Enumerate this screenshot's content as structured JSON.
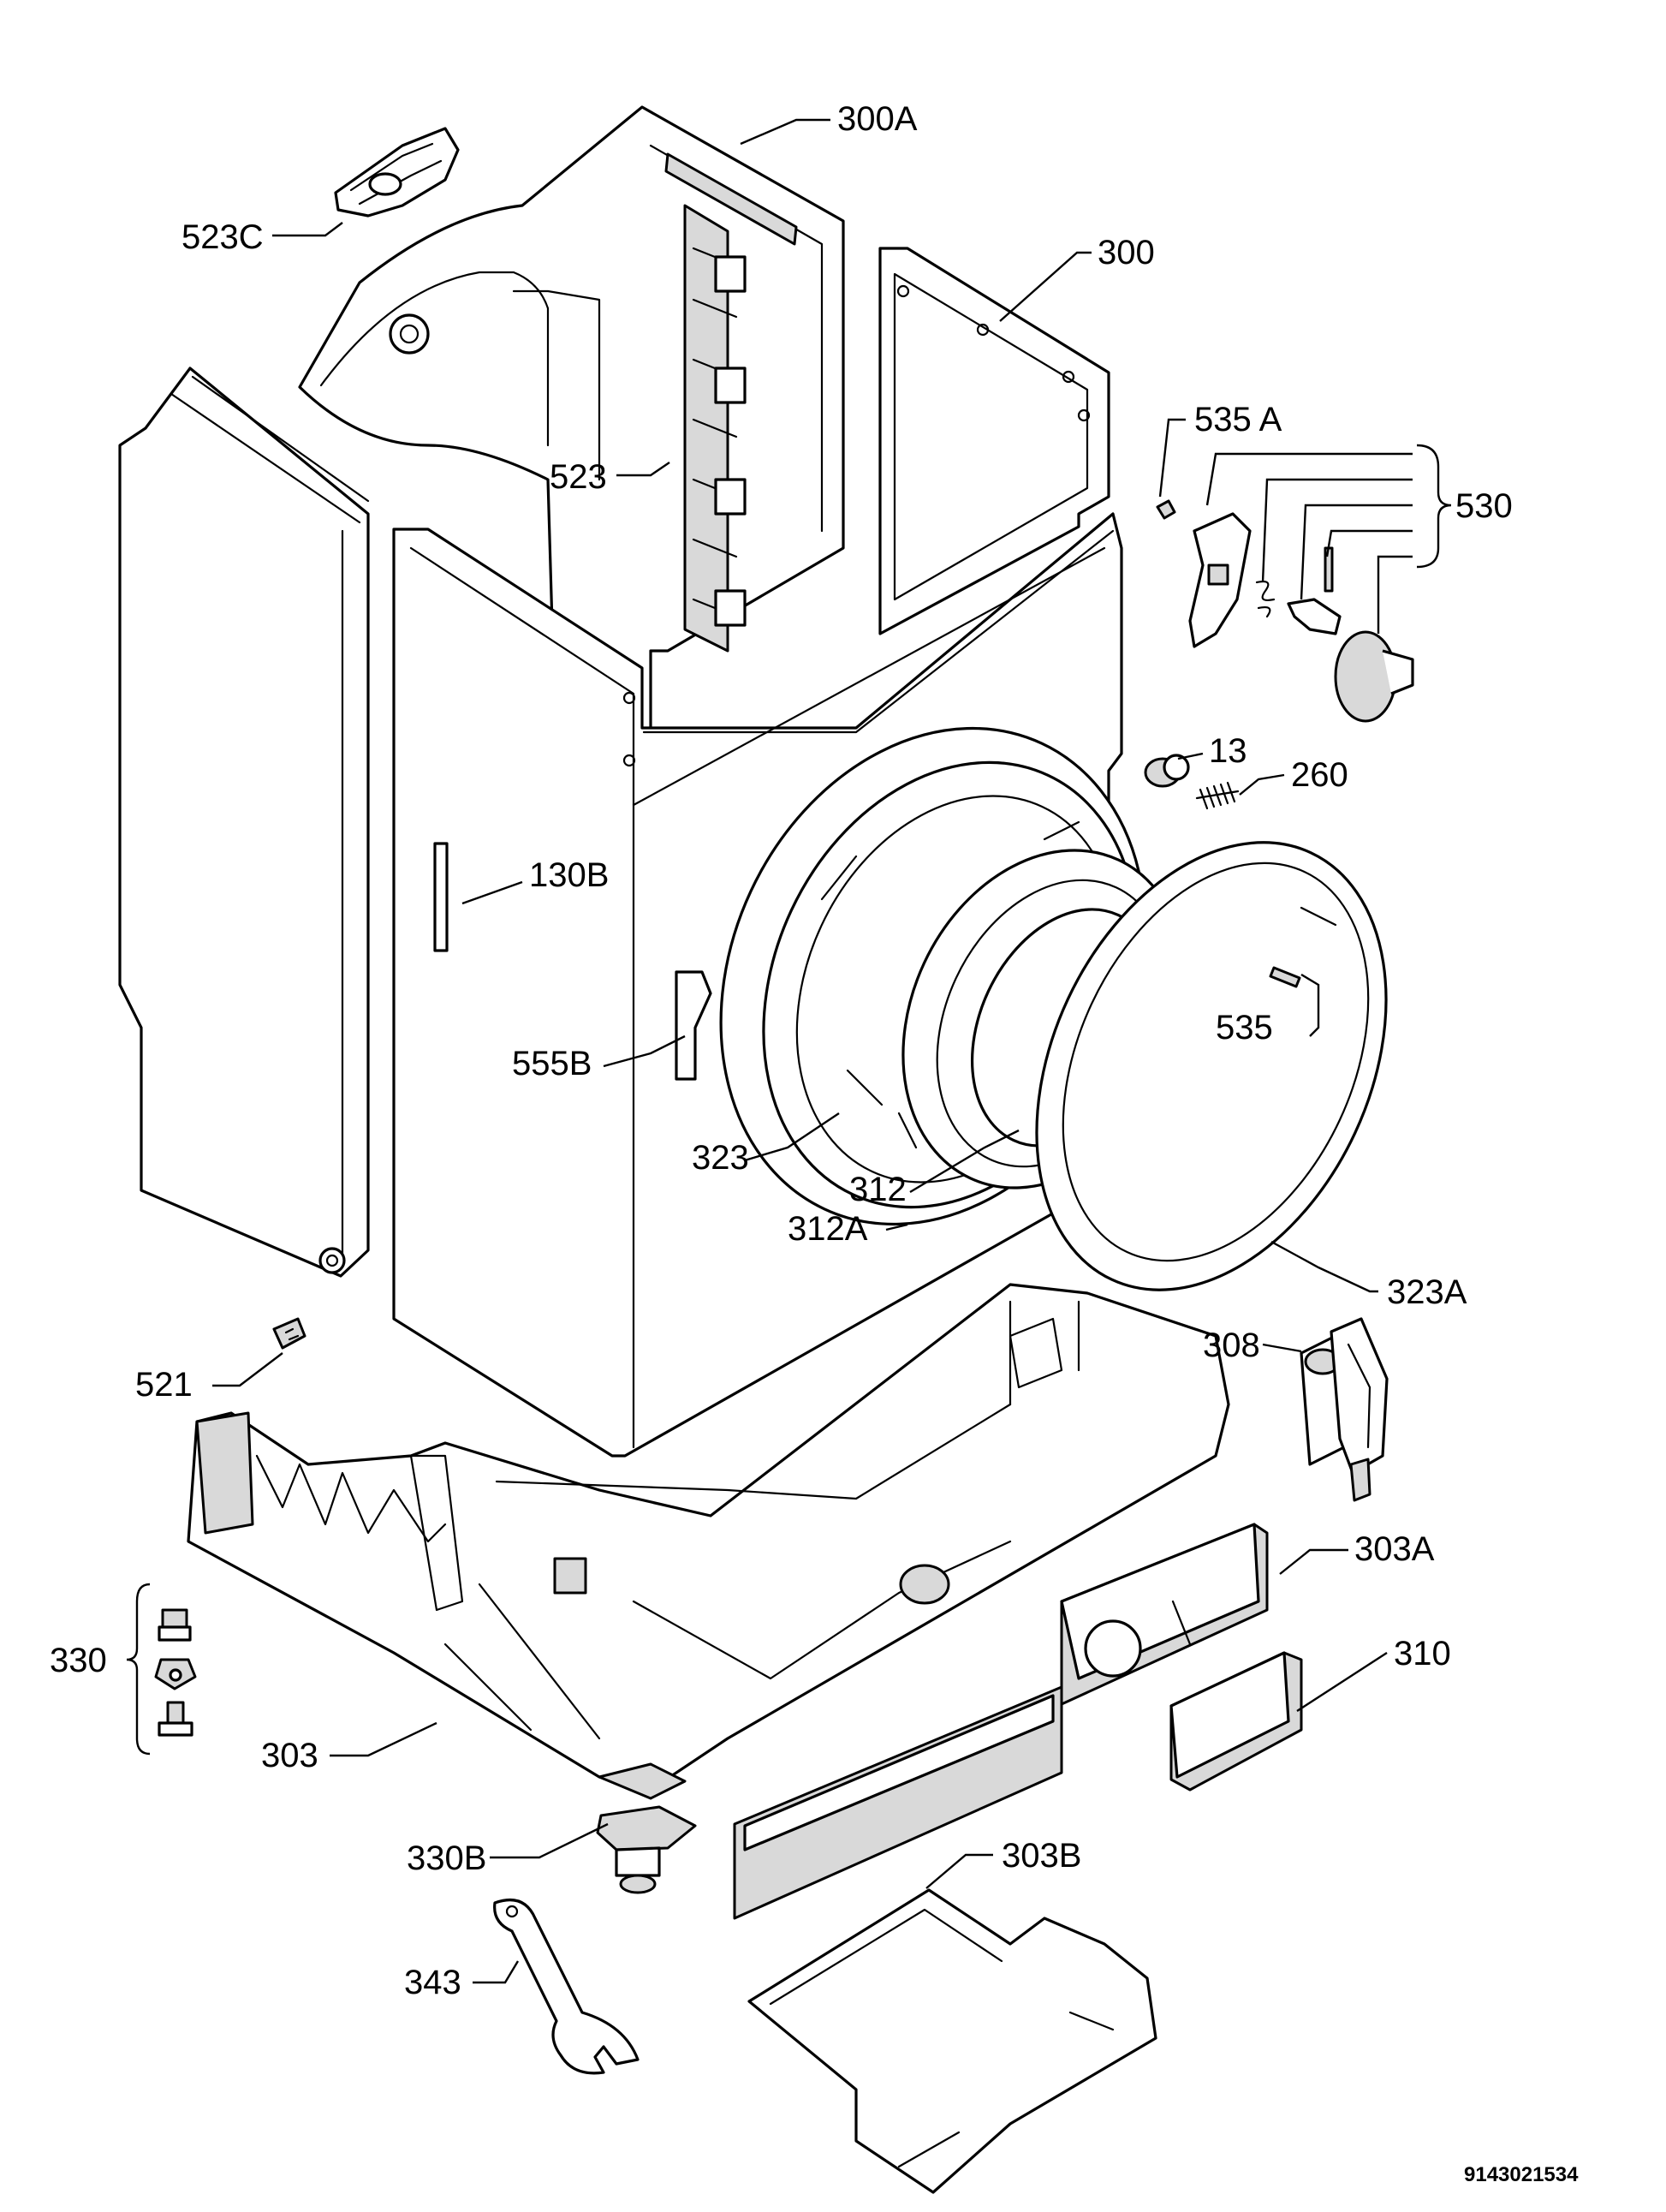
{
  "callouts": {
    "c300A": "300A",
    "c523C": "523C",
    "c300": "300",
    "c535A": "535 A",
    "c530": "530",
    "c523": "523",
    "c13": "13",
    "c260": "260",
    "c130B": "130B",
    "c535": "535",
    "c555B": "555B",
    "c323": "323",
    "c312": "312",
    "c312A": "312A",
    "c323A": "323A",
    "c521": "521",
    "c308": "308",
    "c303A": "303A",
    "c330": "330",
    "c310": "310",
    "c303": "303",
    "c330B": "330B",
    "c303B": "303B",
    "c343": "343"
  },
  "document_number": "9143021534"
}
